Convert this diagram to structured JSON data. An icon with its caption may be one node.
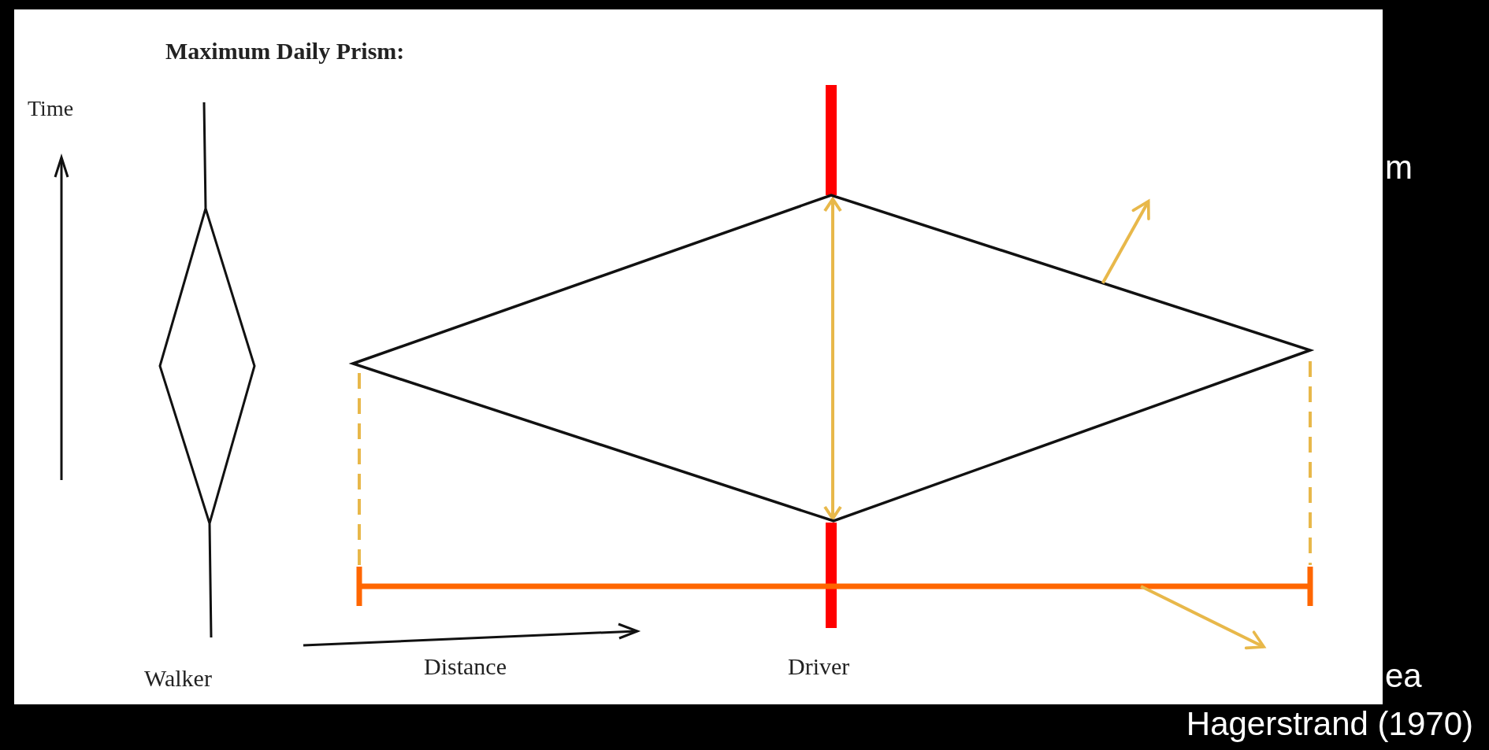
{
  "diagram": {
    "title": "Maximum Daily Prism:",
    "nodes": [
      {
        "text": [],
        "shape": "diamond"
      },
      {
        "text": [],
        "shape": "bar"
      }
    ],
    "edges": [
      {
        "from": 0,
        "to": null,
        "arrow": "to",
        "color": "#e8b84a"
      },
      {
        "from": 1,
        "to": null,
        "arrow": "to",
        "color": "#e8b84a"
      },
      {
        "from": 0,
        "to": 1,
        "arrow": "none",
        "style": "dashed",
        "color": "#e8b84a"
      },
      {
        "from": 0,
        "to": 1,
        "arrow": "none",
        "style": "dashed",
        "color": "#e8b84a"
      }
    ],
    "labels": [
      "Time",
      "Walker",
      "Distance",
      "Driver",
      "m",
      "ea",
      "Hagerstrand (1970)"
    ]
  }
}
